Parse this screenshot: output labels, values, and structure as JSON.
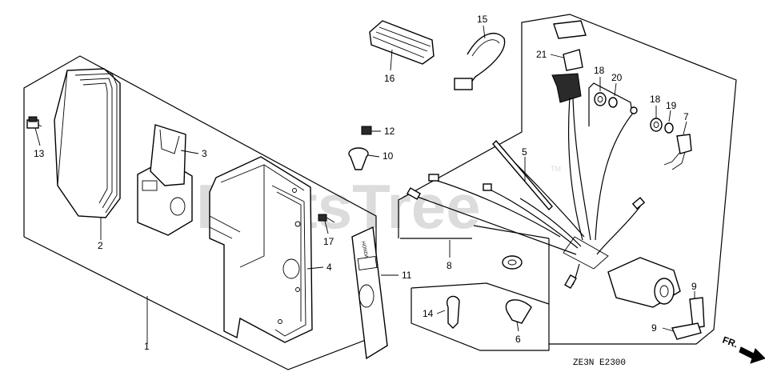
{
  "watermark": {
    "text": "PartsTree",
    "trademark": "TM"
  },
  "diagram_code": "ZE3N E2300",
  "direction_label": "FR.",
  "callouts": {
    "c1": "1",
    "c2": "2",
    "c3": "3",
    "c4": "4",
    "c5": "5",
    "c6": "6",
    "c7": "7",
    "c8": "8",
    "c9a": "9",
    "c9b": "9",
    "c10": "10",
    "c11": "11",
    "c12": "12",
    "c13": "13",
    "c14": "14",
    "c15": "15",
    "c16": "16",
    "c17": "17",
    "c18a": "18",
    "c18b": "18",
    "c19": "19",
    "c20": "20",
    "c21": "21"
  },
  "label_text": "HONDA"
}
